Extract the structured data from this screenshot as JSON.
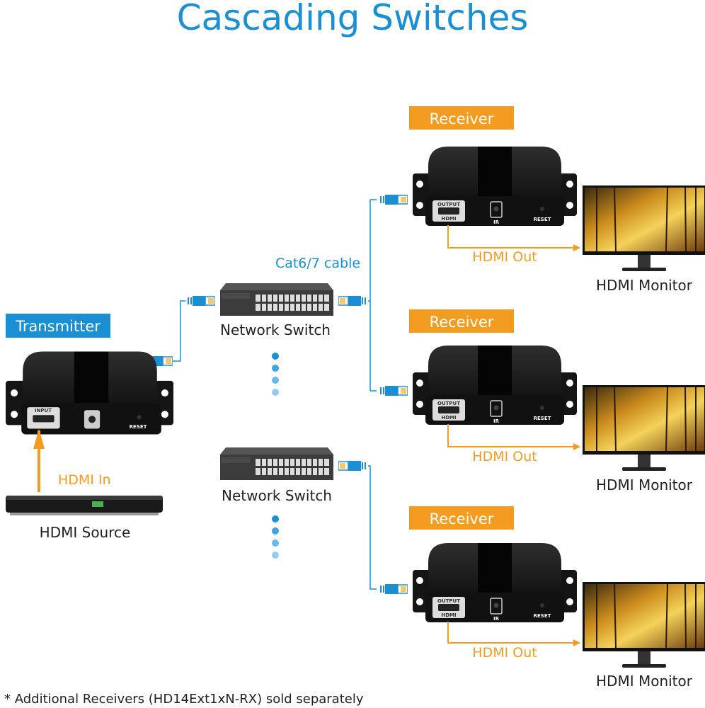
{
  "title": "Cascading Switches",
  "transmitter": {
    "label": "Transmitter",
    "port_label": "INPUT",
    "reset_label": "RESET"
  },
  "receiver": {
    "label": "Receiver",
    "port_label": "OUTPUT",
    "hdmi_label": "HDMI",
    "ir_label": "IR",
    "reset_label": "RESET"
  },
  "receivers": [
    {
      "label": "Receiver",
      "output_label": "HDMI Out",
      "monitor_label": "HDMI Monitor"
    },
    {
      "label": "Receiver",
      "output_label": "HDMI Out",
      "monitor_label": "HDMI Monitor"
    },
    {
      "label": "Receiver",
      "output_label": "HDMI Out",
      "monitor_label": "HDMI Monitor"
    }
  ],
  "switches": [
    {
      "label": "Network Switch"
    },
    {
      "label": "Network Switch"
    }
  ],
  "cable_label": "Cat6/7 cable",
  "source": {
    "label": "HDMI Source",
    "input_label": "HDMI In"
  },
  "footnote": "* Additional Receivers (HD14Ext1xN-RX) sold separately",
  "colors": {
    "blue": "#1b8fd3",
    "orange": "#f39c1f",
    "device": "#1c1c1c"
  }
}
